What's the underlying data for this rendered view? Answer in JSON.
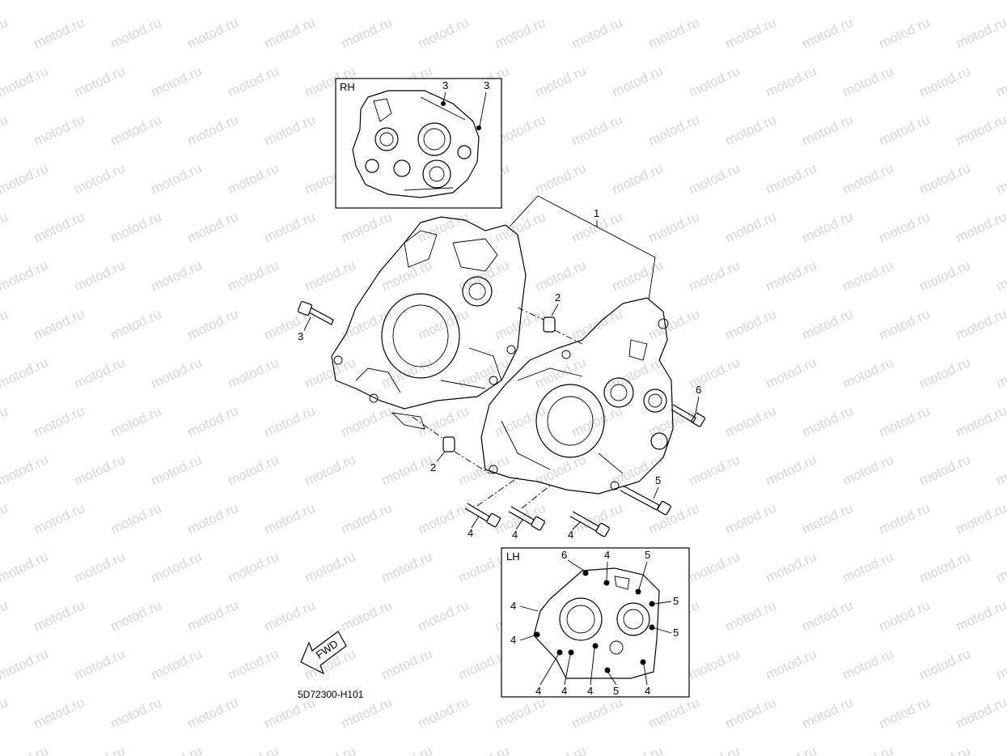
{
  "watermark": "motod.ru",
  "diagram_code": "5D72300-H101",
  "direction_label": "FWD",
  "insets": {
    "rh": {
      "title": "RH",
      "callouts": [
        "3",
        "3"
      ]
    },
    "lh": {
      "title": "LH",
      "callouts": [
        "6",
        "4",
        "5",
        "5",
        "5",
        "4",
        "4",
        "4",
        "4",
        "4",
        "5",
        "4"
      ]
    }
  },
  "callouts": {
    "crankcase_assembly": "1",
    "dowel_pin_upper": "2",
    "dowel_pin_lower": "2",
    "bolt_rh": "3",
    "bolt_lh_1": "4",
    "bolt_lh_2": "4",
    "bolt_lh_3": "4",
    "bolt_long": "5",
    "bolt_short": "6"
  }
}
